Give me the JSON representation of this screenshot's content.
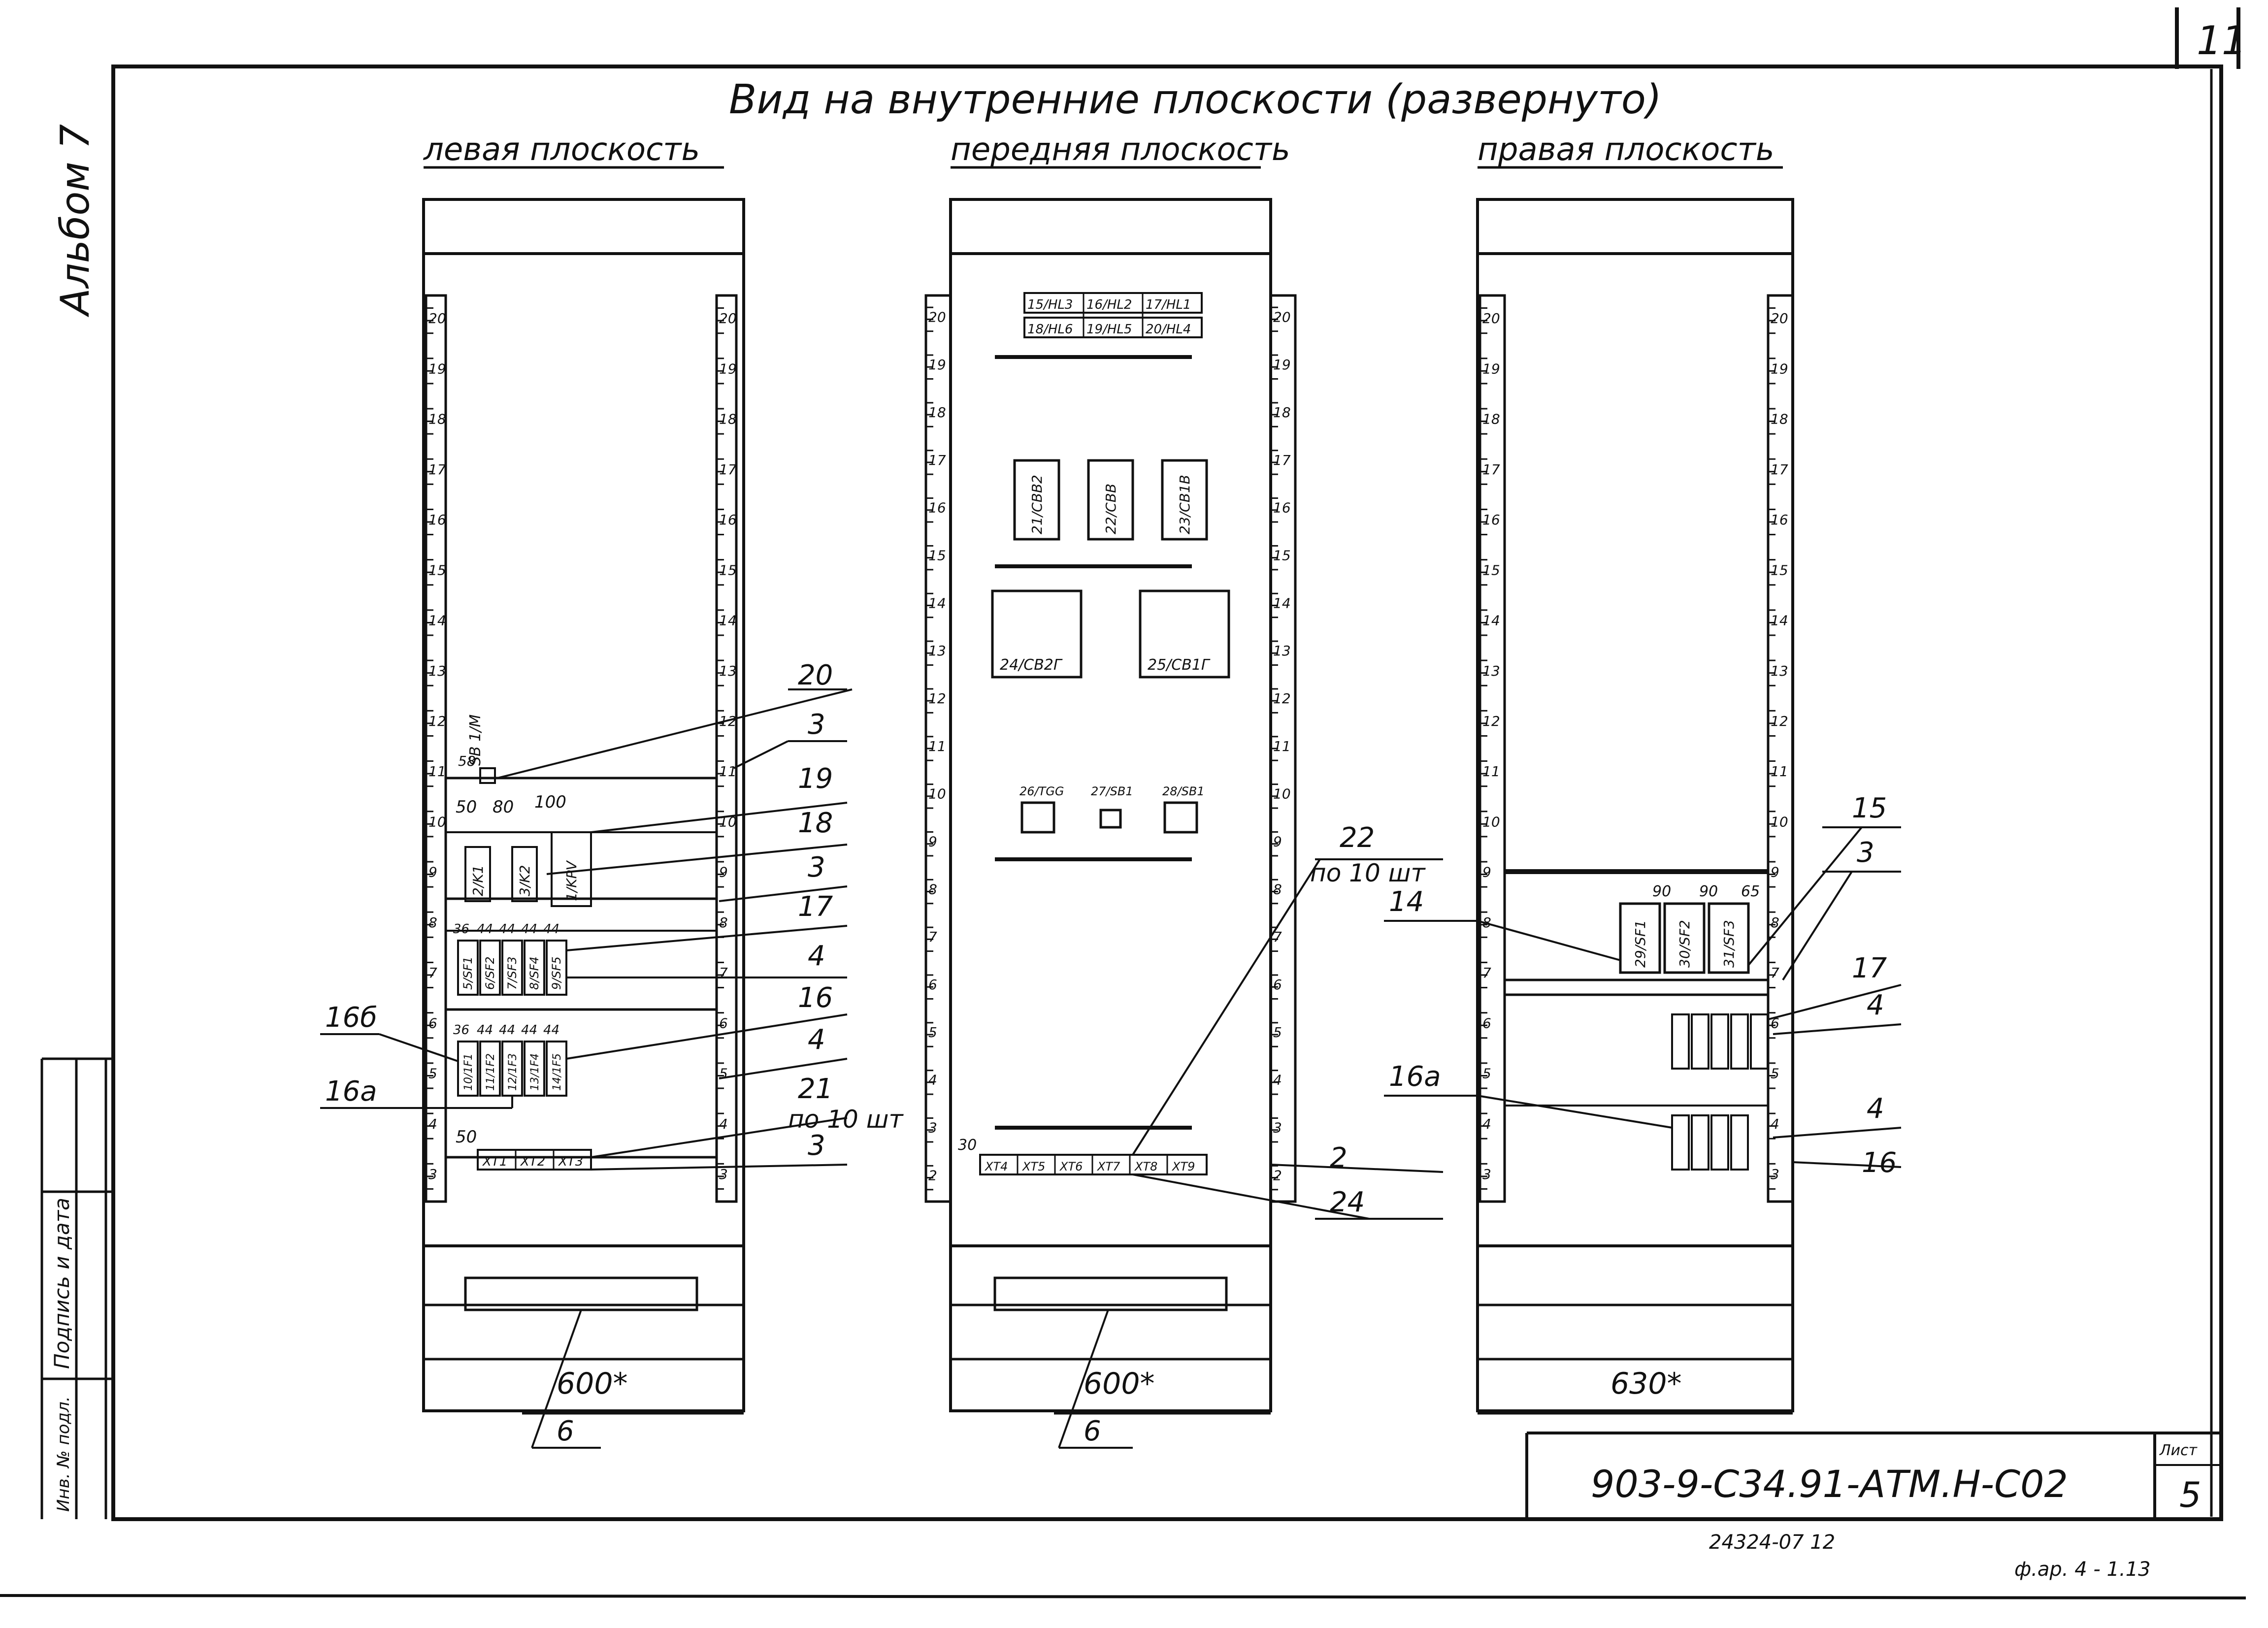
{
  "page_number": "11",
  "album_label": "Альбом 7",
  "title": "Вид на внутренние плоскости (развернуто)",
  "panels": {
    "left": {
      "label": "левая плоскость",
      "width_label": "600*",
      "scale_labels": [
        "20",
        "19",
        "18",
        "17",
        "16",
        "15",
        "14",
        "13",
        "12",
        "11",
        "10",
        "9",
        "8",
        "7",
        "6",
        "5",
        "4",
        "3"
      ],
      "devices": [
        {
          "code": "SB 1/M",
          "dim": "58"
        },
        {
          "code": "2/K1",
          "dim": "50"
        },
        {
          "code": "3/K2",
          "dim": "80"
        },
        {
          "code": "1/KPV",
          "dim": "100"
        },
        {
          "code": "5/SF1",
          "dim": "36"
        },
        {
          "code": "6/SF2",
          "dim": "44"
        },
        {
          "code": "7/SF3",
          "dim": "44"
        },
        {
          "code": "8/SF4",
          "dim": "44"
        },
        {
          "code": "9/SF5",
          "dim": "44"
        },
        {
          "code": "10/1F1",
          "dim": "36"
        },
        {
          "code": "11/1F2",
          "dim": "44"
        },
        {
          "code": "12/1F3",
          "dim": "44"
        },
        {
          "code": "13/1F4",
          "dim": "44"
        },
        {
          "code": "14/1F5",
          "dim": "44"
        },
        {
          "code": "XT1",
          "dim": "50"
        },
        {
          "code": "XT2",
          "dim": ""
        },
        {
          "code": "XT3",
          "dim": ""
        }
      ],
      "callouts": [
        "20",
        "3",
        "19",
        "18",
        "3",
        "17",
        "4",
        "16",
        "4",
        "21",
        "по 10 шт",
        "3",
        "16б",
        "16а",
        "6"
      ]
    },
    "front": {
      "label": "передняя плоскость",
      "width_label": "600*",
      "scale_labels": [
        "20",
        "19",
        "18",
        "17",
        "16",
        "15",
        "14",
        "13",
        "12",
        "11",
        "10",
        "9",
        "8",
        "7",
        "6",
        "5",
        "4",
        "3",
        "2"
      ],
      "lamps_row1": [
        "15/HL3",
        "16/HL2",
        "17/HL1"
      ],
      "lamps_row2": [
        "18/HL6",
        "19/HL5",
        "20/HL4"
      ],
      "meters": [
        "21/CBB2",
        "22/CBB",
        "23/CB1B"
      ],
      "large_instruments": [
        "24/CB2Г",
        "25/CB1Г"
      ],
      "buttons": [
        "26/TGG",
        "27/SB1",
        "28/SB1"
      ],
      "terminals": [
        "XT4",
        "XT5",
        "XT6",
        "XT7",
        "XT8",
        "XT9"
      ],
      "dim_label": "30",
      "callouts": [
        "22",
        "по 10 шт",
        "2",
        "24",
        "6"
      ]
    },
    "right": {
      "label": "правая плоскость",
      "width_label": "630*",
      "scale_labels": [
        "20",
        "19",
        "18",
        "17",
        "16",
        "15",
        "14",
        "13",
        "12",
        "11",
        "10",
        "9",
        "8",
        "7",
        "6",
        "5",
        "4",
        "3"
      ],
      "devices": [
        {
          "code": "29/SF1",
          "dim": "90"
        },
        {
          "code": "30/SF2",
          "dim": "90"
        },
        {
          "code": "31/SF3",
          "dim": "65"
        }
      ],
      "callouts": [
        "15",
        "3",
        "14",
        "17",
        "4",
        "16а",
        "4",
        "16"
      ]
    }
  },
  "title_block": {
    "designation": "903-9-С34.91-АТМ.Н-С02",
    "sheet_label": "Лист",
    "sheet": "5",
    "inv_number": "24324-07  12",
    "bottom_right": "ф.ар. 4 - 1.13",
    "side_labels": [
      "Подпись и дата",
      "Инв. № подл."
    ]
  }
}
